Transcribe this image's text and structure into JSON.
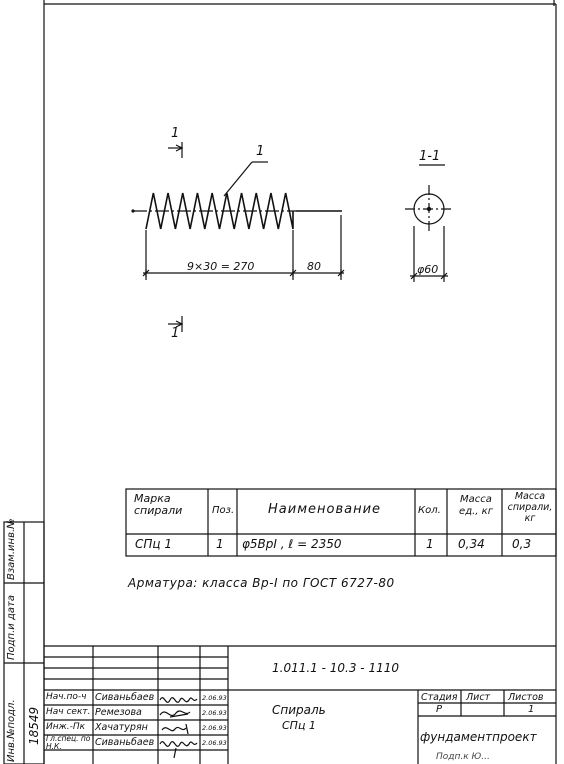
{
  "section_labels": {
    "cut_top": "1",
    "cut_bottom": "1",
    "leader": "1",
    "section_title": "1-1"
  },
  "dimensions": {
    "coil_length": "9×30 = 270",
    "tail_length": "80",
    "diameter": "φ60"
  },
  "spec_table": {
    "headers": {
      "mark": "Марка спирали",
      "pos": "Поз.",
      "name": "Наименование",
      "qty": "Кол.",
      "unit_mass": "Масса ед., кг",
      "spiral_mass": "Масса спирали, кг"
    },
    "row": {
      "mark": "СПц 1",
      "pos": "1",
      "name": "φ5ВрI , ℓ = 2350",
      "qty": "1",
      "unit_mass": "0,34",
      "spiral_mass": "0,3"
    }
  },
  "note": "Арматура: класса Вр-I по ГОСТ 6727-80",
  "title_block": {
    "code": "1.011.1 - 10.3 - 1110",
    "title_line1": "Спираль",
    "title_line2": "СПц 1",
    "stage_header": "Стадия",
    "sheet_header": "Лист",
    "sheets_header": "Листов",
    "stage_value": "Р",
    "sheets_value": "1",
    "organization": "фундаментпроект",
    "signers": [
      {
        "role": "Нач.по-ч",
        "name": "Сиваньбаев",
        "date": "2.06.93"
      },
      {
        "role": "Нач сект.",
        "name": "Ремезова",
        "date": "2.06.93"
      },
      {
        "role": "Инж.-Пк",
        "name": "Хачатурян",
        "date": "2.06.93"
      },
      {
        "role": "Гл.спец. по Н.К.",
        "name": "Сиваньбаев",
        "date": "2.06.93"
      }
    ]
  },
  "side_stamp": {
    "inv_orig": "Инв.№подл.",
    "sign_date": "Подп.и дата",
    "replace_inv": "Взам.инв.№",
    "inv_number": "18549"
  },
  "footer_note": "Подп.к Ю..."
}
